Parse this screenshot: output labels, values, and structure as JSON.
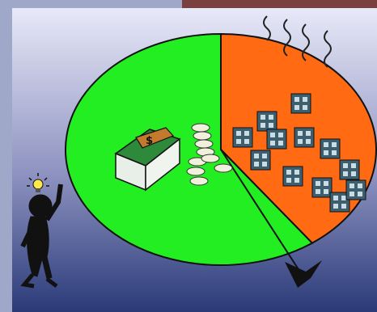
{
  "chart_data": {
    "type": "pie",
    "slices": [
      {
        "value": 60,
        "color": "#22ee22",
        "icon": "money-stack-and-coins"
      },
      {
        "value": 40,
        "color": "#ff6a13",
        "icon": "factory-buildings-with-smoke"
      }
    ],
    "annotations": [
      {
        "icon": "thinking-person-with-lightbulb-icon"
      },
      {
        "icon": "rotation-arrow-icon"
      }
    ]
  },
  "colors": {
    "background_top": "#e8e9f8",
    "background_bottom": "#2a3a78",
    "outline": "#111111",
    "money_green": "#2c8a3a",
    "coin": "#f1f0dc",
    "building": "#3f5f6f"
  }
}
